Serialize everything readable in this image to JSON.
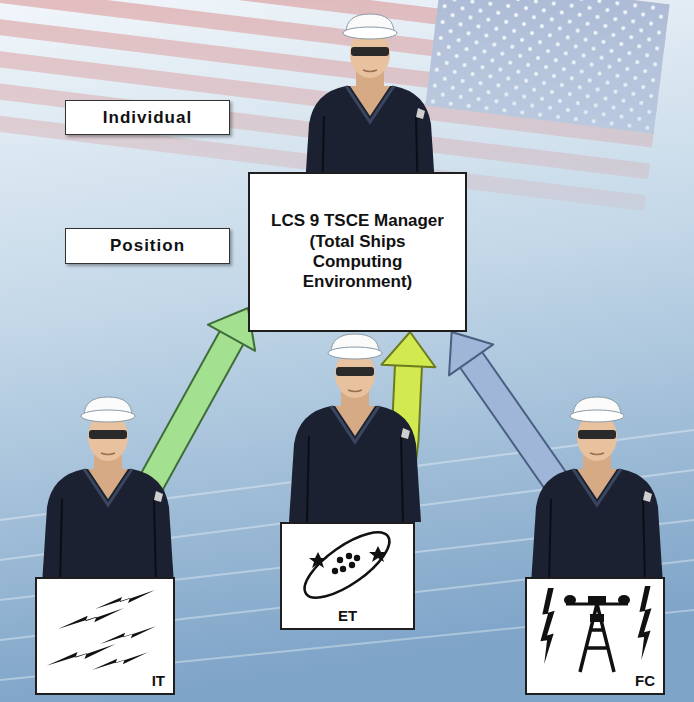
{
  "diagram": {
    "nodes": [
      {
        "text": [
          "Individual"
        ]
      },
      {
        "text": [
          "Position"
        ]
      },
      {
        "text": [
          "LCS 9 TSCE Manager (Total Ships Computing Environment)"
        ]
      },
      {
        "text": [
          "IT"
        ]
      },
      {
        "text": [
          "ET"
        ]
      },
      {
        "text": [
          "FC"
        ]
      }
    ],
    "edges": [
      {
        "from": 3,
        "to": 2,
        "arrow": "to"
      },
      {
        "from": 4,
        "to": 2,
        "arrow": "to"
      },
      {
        "from": 5,
        "to": 2,
        "arrow": "to"
      }
    ]
  }
}
